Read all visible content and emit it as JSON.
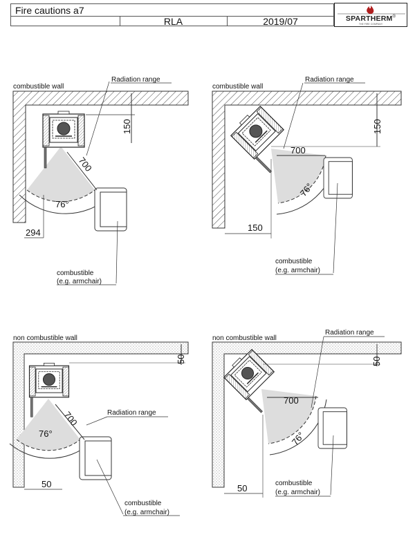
{
  "header": {
    "title": "Fire cautions a7",
    "cell_empty": "",
    "author": "RLA",
    "date": "2019/07",
    "logo": {
      "brand": "SPARTHERM",
      "registered": "®",
      "tagline": "THE FIRE COMPANY",
      "flame_color": "#b01e1e"
    }
  },
  "diagrams": [
    {
      "wall_label": "combustible wall",
      "radiation_label": "Radiation range",
      "wall_distance": "150",
      "radiation_distance": "700",
      "angle": "76°",
      "side_distance": "294",
      "object_label_1": "combustible",
      "object_label_2": "(e.g. armchair)"
    },
    {
      "wall_label": "combustible wall",
      "radiation_label": "Radiation range",
      "wall_distance": "150",
      "radiation_distance": "700",
      "angle": "76°",
      "side_distance": "150",
      "object_label_1": "combustible",
      "object_label_2": "(e.g. armchair)"
    },
    {
      "wall_label": "non combustible wall",
      "radiation_label": "Radiation range",
      "wall_distance": "50",
      "radiation_distance": "700",
      "angle": "76°",
      "side_distance": "50",
      "object_label_1": "combustible",
      "object_label_2": "(e.g. armchair)"
    },
    {
      "wall_label": "non combustible wall",
      "radiation_label": "Radiation range",
      "wall_distance": "50",
      "radiation_distance": "700",
      "angle": "76°",
      "side_distance": "50",
      "object_label_1": "combustible",
      "object_label_2": "(e.g. armchair)"
    }
  ]
}
